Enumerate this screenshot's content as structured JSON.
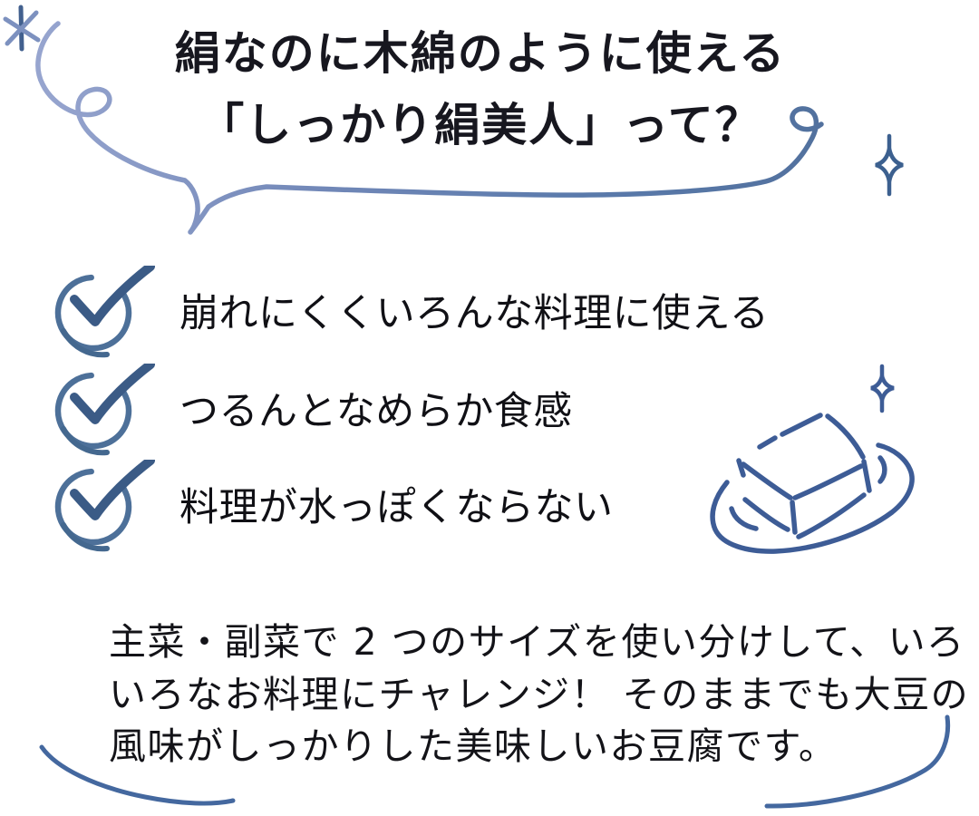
{
  "title": {
    "line1": "絹なのに木綿のように使える",
    "line2": "「しっかり絹美人」って？"
  },
  "checklist": [
    {
      "label": "崩れにくくいろんな料理に使える"
    },
    {
      "label": "つるんとなめらか食感"
    },
    {
      "label": "料理が水っぽくならない"
    }
  ],
  "description": {
    "line1": "主菜・副菜で 2 つのサイズを使い分けして、いろ",
    "line2": "いろなお料理にチャレンジ！ そのままでも大豆の",
    "line3": "風味がしっかりした美味しいお豆腐です。"
  },
  "icons": {
    "check": "check-icon",
    "sparkle_asterisk": "sparkle-asterisk-icon",
    "sparkle_diamond": "sparkle-diamond-icon",
    "tofu": "tofu-on-plate-illustration",
    "bubble": "speech-bubble-swash-icon"
  },
  "colors": {
    "background": "#ffffff",
    "highlight_strip": "#ffffff",
    "ink_title": "#17171f",
    "ink_body": "#131318",
    "check_ring": "#4d7099",
    "check_mark": "#3b5b86",
    "sketch_blue": "#3d5c96",
    "bubble_blue_light": "#97a5cf",
    "bubble_blue_dark": "#52719e",
    "swoosh_blue": "#44689f"
  }
}
